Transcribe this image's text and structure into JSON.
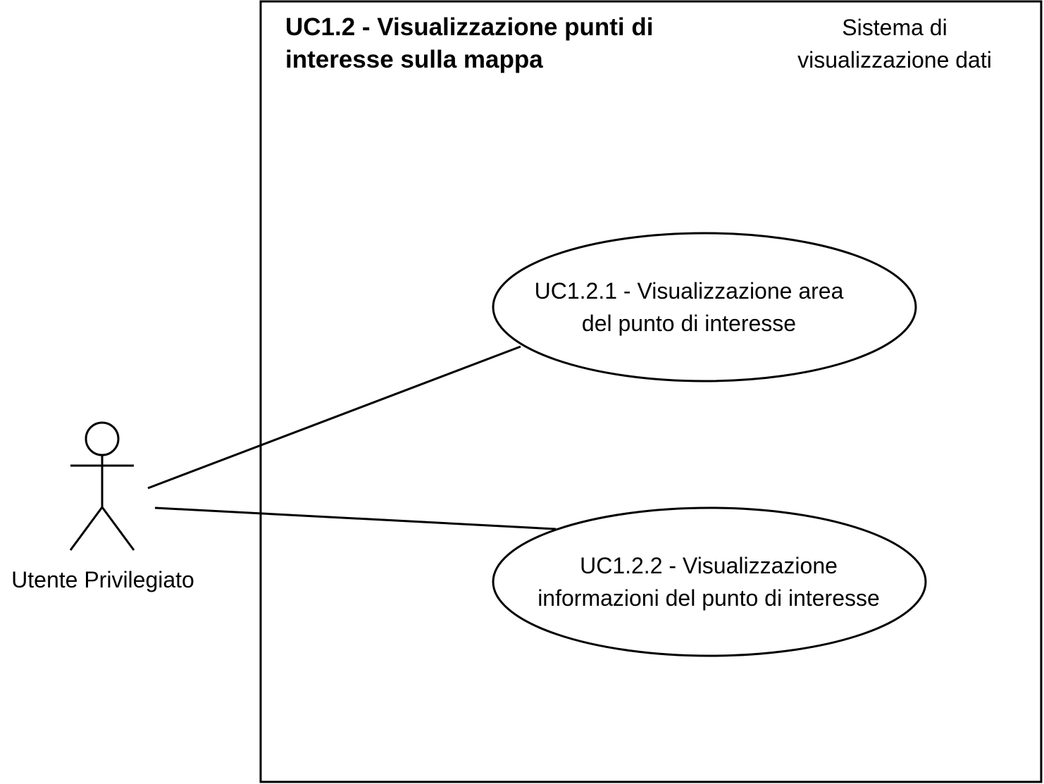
{
  "system": {
    "title_line1": "UC1.2 - Visualizzazione punti di",
    "title_line2": "interesse sulla mappa",
    "name_line1": "Sistema di",
    "name_line2": "visualizzazione dati"
  },
  "actor": {
    "name": "Utente Privilegiato"
  },
  "use_cases": [
    {
      "line1": "UC1.2.1 - Visualizzazione area",
      "line2": "del punto di interesse"
    },
    {
      "line1": "UC1.2.2 - Visualizzazione",
      "line2": "informazioni del punto di interesse"
    }
  ],
  "colors": {
    "stroke": "#000000",
    "background": "#ffffff"
  }
}
